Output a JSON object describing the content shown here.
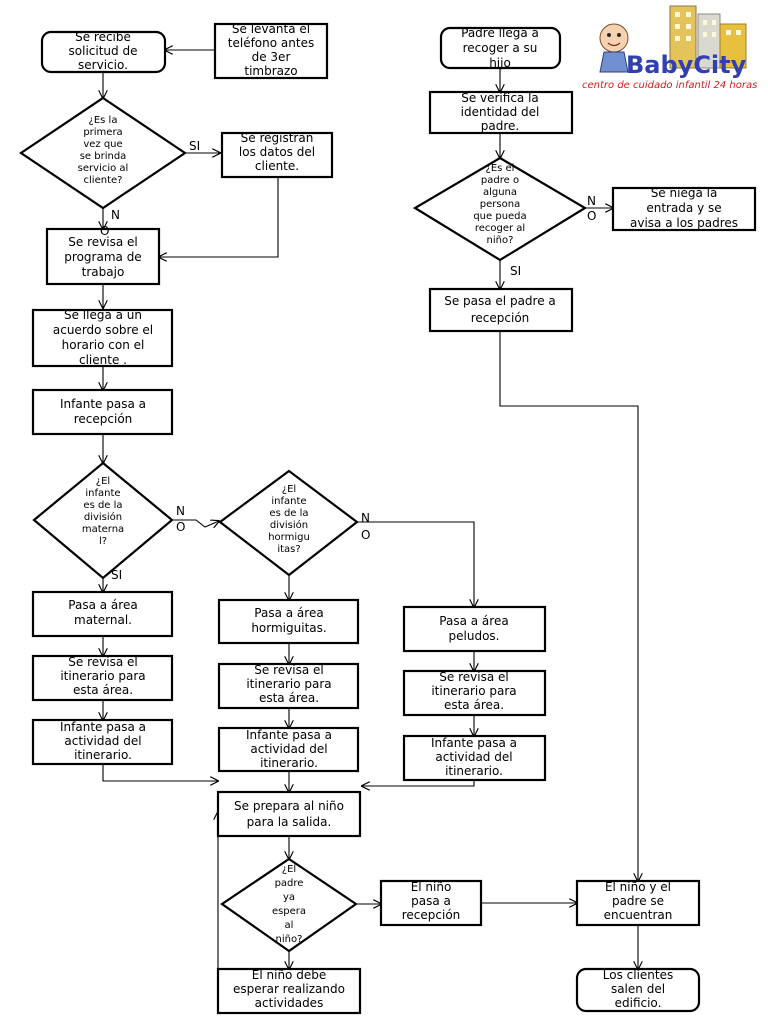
{
  "logo": {
    "brand": "BabyCity",
    "tagline": "centro de cuidado infantil 24 horas",
    "colors": {
      "brand": "#3040b0",
      "tagline": "#d0201c",
      "building": "#e8c040"
    }
  },
  "nodes": {
    "recibe_solicitud": [
      "Se recibe",
      "solicitud de",
      "servicio."
    ],
    "levanta_telefono": [
      "Se levanta el",
      "teléfono antes",
      "de 3er",
      "timbrazo"
    ],
    "primera_vez": [
      "¿Es la",
      "primera",
      "vez que",
      "se brinda",
      "servicio al",
      "cliente?"
    ],
    "registran_datos": [
      "Se registran",
      "los datos del",
      "cliente."
    ],
    "revisa_programa": [
      "Se revisa el",
      "programa de",
      "trabajo"
    ],
    "llega_acuerdo": [
      "Se llega a un",
      "acuerdo sobre el",
      "horario con el",
      "cliente ."
    ],
    "infante_recepcion": [
      "Infante pasa a",
      "recepción"
    ],
    "division_maternal": [
      "¿El",
      "infante",
      "es de la",
      "división",
      "materna",
      "l?"
    ],
    "division_hormiguitas": [
      "¿El",
      "infante",
      "es de la",
      "división",
      "hormigu",
      "itas?"
    ],
    "area_maternal": [
      "Pasa a área",
      "maternal."
    ],
    "revisa_itinerario_1": [
      "Se revisa el",
      "itinerario para",
      "esta área."
    ],
    "actividad_1": [
      "Infante pasa a",
      "actividad del",
      "itinerario."
    ],
    "area_hormiguitas": [
      "Pasa a área",
      "hormiguitas."
    ],
    "revisa_itinerario_2": [
      "Se revisa el",
      "itinerario para",
      "esta área."
    ],
    "actividad_2": [
      "Infante pasa a",
      "actividad del",
      "itinerario."
    ],
    "area_peludos": [
      "Pasa a área",
      "peludos."
    ],
    "revisa_itinerario_3": [
      "Se revisa el",
      "itinerario para",
      "esta área."
    ],
    "actividad_3": [
      "Infante pasa a",
      "actividad del",
      "itinerario."
    ],
    "prepara_salida": [
      "Se prepara al niño",
      "para la salida."
    ],
    "padre_espera": [
      "¿El",
      "padre",
      "ya",
      "espera",
      "al",
      "niño?"
    ],
    "nino_recepcion": [
      "El niño",
      "pasa a",
      "recepción"
    ],
    "nino_espera": [
      "El niño debe",
      "esperar realizando",
      "actividades"
    ],
    "padre_llega": [
      "Padre llega a",
      "recoger a su",
      "hijo"
    ],
    "verifica_identidad": [
      "Se verifica la",
      "identidad del",
      "padre."
    ],
    "es_padre": [
      "¿Es el",
      "padre o",
      "alguna",
      "persona",
      "que pueda",
      "recoger al",
      "niño?"
    ],
    "niega_entrada": [
      "Se niega la",
      "entrada y  se",
      "avisa a los padres"
    ],
    "padre_recepcion": [
      "Se pasa el padre a",
      "recepción"
    ],
    "nino_padre_encuentran": [
      "El niño y el",
      "padre se",
      "encuentran"
    ],
    "clientes_salen": [
      "Los clientes",
      "salen del",
      "edificio."
    ]
  },
  "edge_labels": {
    "si_primera": "SI",
    "no_primera_1": "N",
    "no_primera_2": "O",
    "no_maternal_1": "N",
    "no_maternal_2": "O",
    "si_maternal": "SI",
    "no_hormiguitas_1": "N",
    "no_hormiguitas_2": "O",
    "no_padre_1": "N",
    "no_padre_2": "O",
    "si_padre": "SI"
  }
}
